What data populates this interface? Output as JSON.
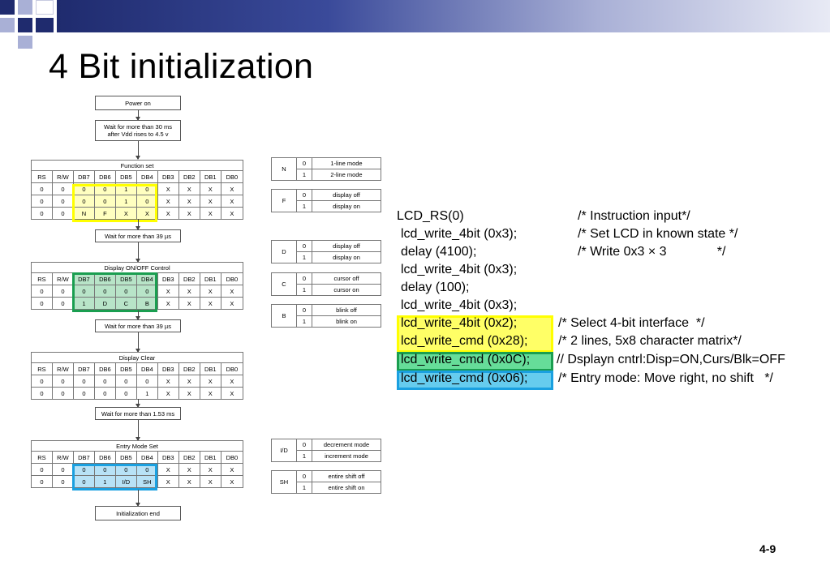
{
  "title": "4 Bit initialization",
  "page_number": "4-9",
  "flow": {
    "power_on": "Power on",
    "wait1_line1": "Wait for more than 30 ms",
    "wait1_line2": "after Vdd rises to 4.5 v",
    "function_set": {
      "title": "Function set",
      "headers": [
        "RS",
        "R/W",
        "DB7",
        "DB6",
        "DB5",
        "DB4",
        "DB3",
        "DB2",
        "DB1",
        "DB0"
      ],
      "rows": [
        [
          "0",
          "0",
          "0",
          "0",
          "1",
          "0",
          "X",
          "X",
          "X",
          "X"
        ],
        [
          "0",
          "0",
          "0",
          "0",
          "1",
          "0",
          "X",
          "X",
          "X",
          "X"
        ],
        [
          "0",
          "0",
          "N",
          "F",
          "X",
          "X",
          "X",
          "X",
          "X",
          "X"
        ]
      ]
    },
    "wait2": "Wait for more than 39 µs",
    "display_control": {
      "title": "Display ON/OFF Control",
      "headers": [
        "RS",
        "R/W",
        "DB7",
        "DB6",
        "DB5",
        "DB4",
        "DB3",
        "DB2",
        "DB1",
        "DB0"
      ],
      "rows": [
        [
          "0",
          "0",
          "0",
          "0",
          "0",
          "0",
          "X",
          "X",
          "X",
          "X"
        ],
        [
          "0",
          "0",
          "1",
          "D",
          "C",
          "B",
          "X",
          "X",
          "X",
          "X"
        ]
      ]
    },
    "wait3": "Wait for more than 39 µs",
    "display_clear": {
      "title": "Display Clear",
      "headers": [
        "RS",
        "R/W",
        "DB7",
        "DB6",
        "DB5",
        "DB4",
        "DB3",
        "DB2",
        "DB1",
        "DB0"
      ],
      "rows": [
        [
          "0",
          "0",
          "0",
          "0",
          "0",
          "0",
          "X",
          "X",
          "X",
          "X"
        ],
        [
          "0",
          "0",
          "0",
          "0",
          "0",
          "1",
          "X",
          "X",
          "X",
          "X"
        ]
      ]
    },
    "wait4": "Wait for more than 1.53 ms",
    "entry_mode": {
      "title": "Entry Mode Set",
      "headers": [
        "RS",
        "R/W",
        "DB7",
        "DB6",
        "DB5",
        "DB4",
        "DB3",
        "DB2",
        "DB1",
        "DB0"
      ],
      "rows": [
        [
          "0",
          "0",
          "0",
          "0",
          "0",
          "0",
          "X",
          "X",
          "X",
          "X"
        ],
        [
          "0",
          "0",
          "0",
          "1",
          "I/D",
          "SH",
          "X",
          "X",
          "X",
          "X"
        ]
      ]
    },
    "init_end": "Initialization end"
  },
  "settings": {
    "n": {
      "var": "N",
      "rows": [
        [
          "0",
          "1-line mode"
        ],
        [
          "1",
          "2-line mode"
        ]
      ]
    },
    "f": {
      "var": "F",
      "rows": [
        [
          "0",
          "display off"
        ],
        [
          "1",
          "display on"
        ]
      ]
    },
    "d": {
      "var": "D",
      "rows": [
        [
          "0",
          "display off"
        ],
        [
          "1",
          "display on"
        ]
      ]
    },
    "c": {
      "var": "C",
      "rows": [
        [
          "0",
          "cursor off"
        ],
        [
          "1",
          "cursor on"
        ]
      ]
    },
    "b": {
      "var": "B",
      "rows": [
        [
          "0",
          "blink off"
        ],
        [
          "1",
          "blink on"
        ]
      ]
    },
    "id": {
      "var": "I/D",
      "rows": [
        [
          "0",
          "decrement mode"
        ],
        [
          "1",
          "increment mode"
        ]
      ]
    },
    "sh": {
      "var": "SH",
      "rows": [
        [
          "0",
          "entire shift off"
        ],
        [
          "1",
          "entire shift on"
        ]
      ]
    }
  },
  "code": [
    {
      "text": "LCD_RS(0)",
      "comment": "/* Instruction input*/"
    },
    {
      "text": "lcd_write_4bit (0x3);",
      "comment": "/* Set LCD in known state */"
    },
    {
      "text": "delay (4100);",
      "comment": "/* Write 0x3 × 3              */"
    },
    {
      "text": "lcd_write_4bit (0x3);",
      "comment": ""
    },
    {
      "text": "delay (100);",
      "comment": ""
    },
    {
      "text": "lcd_write_4bit (0x3);",
      "comment": ""
    },
    {
      "text": "lcd_write_4bit (0x2);",
      "comment": "/* Select 4-bit interface  */"
    },
    {
      "text": "lcd_write_cmd (0x28);",
      "comment": "/* 2 lines, 5x8 character matrix*/"
    },
    {
      "text": "lcd_write_cmd (0x0C);",
      "comment": "// Dsplayn cntrl:Disp=ON,Curs/Blk=OFF"
    },
    {
      "text": "lcd_write_cmd (0x06);",
      "comment": "/* Entry mode: Move right, no shift   */"
    }
  ],
  "colors": {
    "yellow": "#ffff00",
    "yellow_fill": "#ffffc0",
    "green": "#1a9e50",
    "green_fill": "#b8e4c8",
    "cyan": "#1aa0e0",
    "cyan_fill": "#b8e2f6",
    "code_yellow_fill": "#ffff66",
    "code_green_fill": "#66dd99",
    "code_cyan_fill": "#66ccee"
  }
}
